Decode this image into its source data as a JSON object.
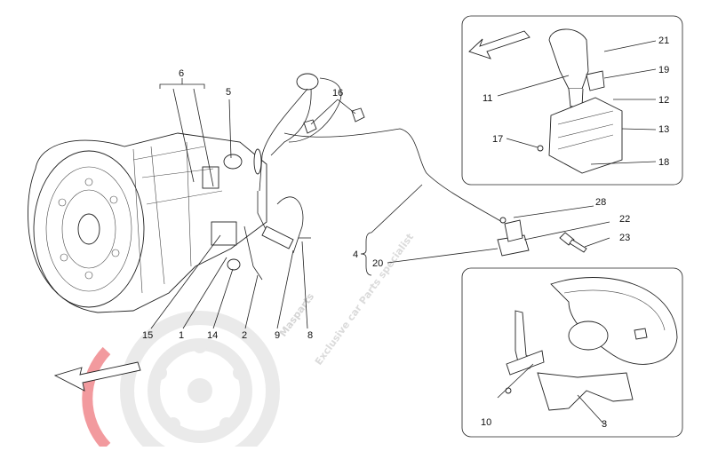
{
  "callouts": {
    "c1": "1",
    "c2": "2",
    "c3": "3",
    "c4": "4",
    "c6": "6",
    "c5": "5",
    "c8": "8",
    "c9": "9",
    "c10": "10",
    "c11": "11",
    "c12": "12",
    "c13": "13",
    "c14": "14",
    "c15": "15",
    "c16": "16",
    "c17": "17",
    "c18": "18",
    "c19": "19",
    "c20": "20",
    "c21": "21",
    "c22": "22",
    "c23": "23",
    "c28": "28"
  },
  "watermark": {
    "brand": "Masparts",
    "tagline": "Exclusive car Parts specialist"
  },
  "colors": {
    "watermark_gray": "#c8c8c8",
    "logo_red": "#e8474f",
    "line": "#222222"
  },
  "icons": {
    "direction_arrow": "front-arrow-icon"
  }
}
